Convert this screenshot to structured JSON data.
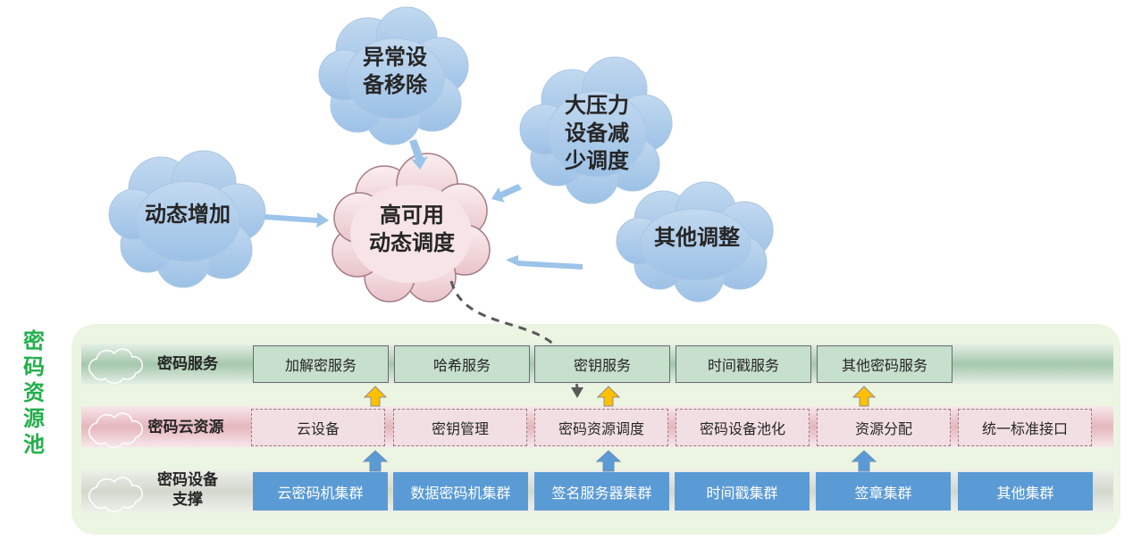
{
  "clouds": {
    "abnormal": "异常设备移除",
    "abnormal_lines": [
      "异常设",
      "备移除"
    ],
    "pressure_lines": [
      "大压力",
      "设备减",
      "少调度"
    ],
    "dynamic_add": "动态增加",
    "center_lines": [
      "高可用",
      "动态调度"
    ],
    "other_adjust": "其他调整"
  },
  "pool": {
    "title_chars": [
      "密",
      "码",
      "资",
      "源",
      "池"
    ]
  },
  "layers": {
    "services": {
      "label": "密码服务",
      "items": [
        "加解密服务",
        "哈希服务",
        "密钥服务",
        "时间戳服务",
        "其他密码服务"
      ]
    },
    "cloud_resources": {
      "label": "密码云资源",
      "items": [
        "云设备",
        "密钥管理",
        "密码资源调度",
        "密码设备池化",
        "资源分配",
        "统一标准接口"
      ]
    },
    "devices": {
      "label_lines": [
        "密码设备",
        "支撑"
      ],
      "items": [
        "云密码机集群",
        "数据密码机集群",
        "签名服务器集群",
        "时间戳集群",
        "签章集群",
        "其他集群"
      ]
    }
  },
  "colors": {
    "cloud_blue": "#a9c9ea",
    "cloud_pink": "#f3d9dd",
    "service_band": "#9fc5a9",
    "resource_band": "#e8b9c0",
    "device_band": "#d8dcd3",
    "device_box": "#5b9bd5",
    "up_arrow_orange": "#ffc000",
    "up_arrow_blue": "#5b9bd5",
    "pool_title": "#22b04b"
  }
}
